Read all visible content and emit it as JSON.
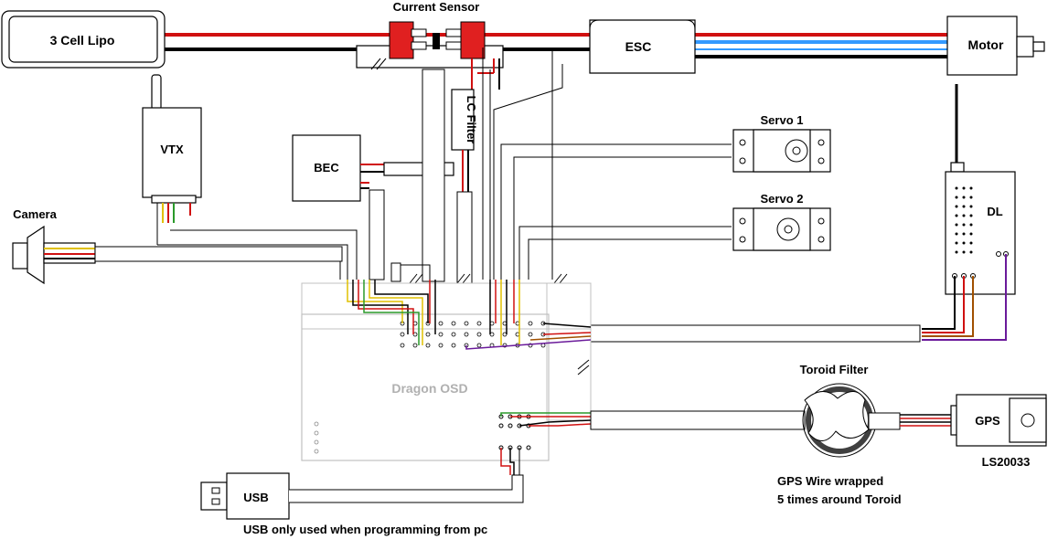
{
  "labels": {
    "battery": "3 Cell Lipo",
    "current_sensor": "Current Sensor",
    "esc": "ESC",
    "motor": "Motor",
    "lc_filter": "LC Filter",
    "vtx": "VTX",
    "bec": "BEC",
    "camera": "Camera",
    "servo1": "Servo 1",
    "servo2": "Servo 2",
    "dl": "DL",
    "osd": "Dragon OSD",
    "toroid": "Toroid Filter",
    "gps": "GPS",
    "gps_model": "LS20033",
    "gps_note_line1": "GPS Wire wrapped",
    "gps_note_line2": "5 times around Toroid",
    "usb": "USB",
    "usb_note": "USB only used when programming from pc"
  },
  "colors": {
    "positive_wire": "#d01010",
    "negative_wire": "#000000",
    "motor_phase_blue": "#3399ff",
    "signal_yellow": "#e0c000",
    "signal_green": "#2a9a2a",
    "signal_purple": "#6a1a9a",
    "connector_red": "#e02020",
    "osd_text": "#b0b0b0"
  }
}
